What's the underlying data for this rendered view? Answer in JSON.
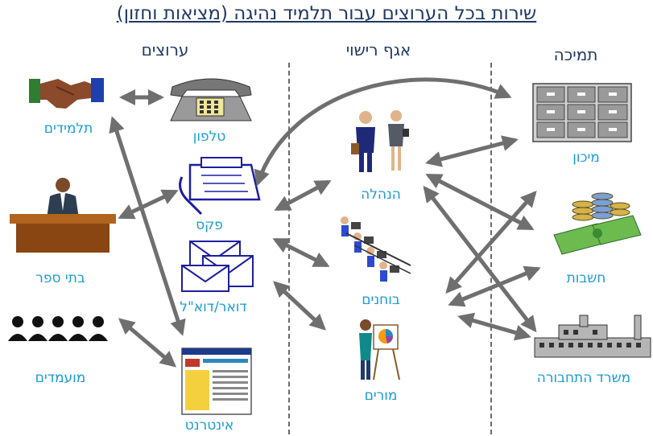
{
  "title": "שירות בכל הערוצים עבור תלמיד נהיגה (מציאות וחזון)",
  "columns": {
    "channels": "ערוצים",
    "licensing": "אגף רישוי",
    "support": "תמיכה"
  },
  "nodes": {
    "students": "תלמידים",
    "schools": "בתי ספר",
    "candidates": "מועמדים",
    "phone": "טלפון",
    "fax": "פקס",
    "mail": "דואר/דוא\"ל",
    "internet": "אינטרנט",
    "management": "הנהלה",
    "examiners": "בוחנים",
    "teachers": "מורים",
    "institute": "מיכון",
    "accounting": "חשבות",
    "ministry": "משרד התחבורה"
  }
}
